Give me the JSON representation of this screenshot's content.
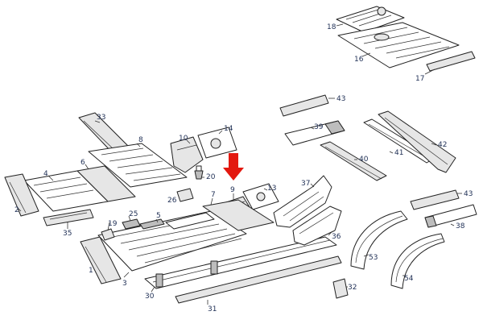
{
  "highlight": {
    "part": "9",
    "color": "#e3180f"
  },
  "labels": {
    "l1": "1",
    "l2": "2",
    "l3": "3",
    "l4": "4",
    "l5": "5",
    "l6": "6",
    "l7": "7",
    "l8": "8",
    "l9": "9",
    "l10": "10",
    "l13": "13",
    "l14": "14",
    "l16": "16",
    "l17": "17",
    "l18": "18",
    "l19": "19",
    "l20": "20",
    "l25": "25",
    "l26": "26",
    "l30": "30",
    "l31": "31",
    "l32": "32",
    "l33": "33",
    "l35": "35",
    "l36": "36",
    "l37": "37",
    "l38": "38",
    "l39": "39",
    "l40": "40",
    "l41": "41",
    "l42": "42",
    "l43a": "43",
    "l43b": "43",
    "l53": "53",
    "l54": "54"
  }
}
